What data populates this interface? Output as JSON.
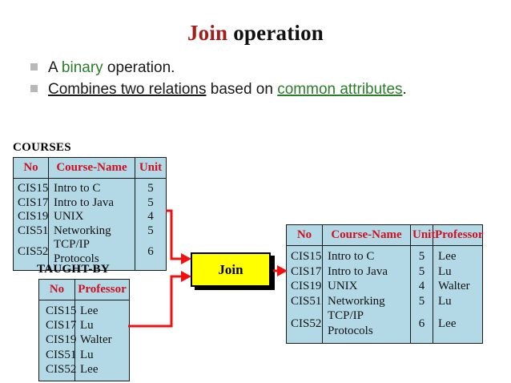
{
  "title": {
    "accent": "Join",
    "rest": " operation"
  },
  "bullets": {
    "one": {
      "pre": "A ",
      "highlight": "binary",
      "post": " operation."
    },
    "two": {
      "underlined": "Combines two relations",
      "mid": " based on ",
      "highlight": "common attributes",
      "end": "."
    }
  },
  "tables": {
    "courses": {
      "label": "COURSES",
      "headers": [
        "No",
        "Course-Name",
        "Unit"
      ],
      "rows": [
        [
          "CIS15",
          "Intro to C",
          "5"
        ],
        [
          "CIS17",
          "Intro to Java",
          "5"
        ],
        [
          "CIS19",
          "UNIX",
          "4"
        ],
        [
          "CIS51",
          "Networking",
          "5"
        ],
        [
          "CIS52",
          "TCP/IP Protocols",
          "6"
        ]
      ]
    },
    "taught_by": {
      "label": "TAUGHT-BY",
      "headers": [
        "No",
        "Professor"
      ],
      "rows": [
        [
          "CIS15",
          "Lee"
        ],
        [
          "CIS17",
          "Lu"
        ],
        [
          "CIS19",
          "Walter"
        ],
        [
          "CIS51",
          "Lu"
        ],
        [
          "CIS52",
          "Lee"
        ]
      ]
    },
    "result": {
      "headers": [
        "No",
        "Course-Name",
        "Unit",
        "Professor"
      ],
      "rows": [
        [
          "CIS15",
          "Intro to C",
          "5",
          "Lee"
        ],
        [
          "CIS17",
          "Intro to Java",
          "5",
          "Lu"
        ],
        [
          "CIS19",
          "UNIX",
          "4",
          "Walter"
        ],
        [
          "CIS51",
          "Networking",
          "5",
          "Lu"
        ],
        [
          "CIS52",
          "TCP/IP Protocols",
          "6",
          "Lee"
        ]
      ]
    }
  },
  "join_box": {
    "label": "Join"
  },
  "colors": {
    "title_accent": "#a31d1a",
    "table_header_text": "#cc1120",
    "table_background": "#b3d9e6",
    "highlight_green": "#2a7e2a",
    "arrow_red": "#f01011",
    "join_box_yellow": "#ffff00",
    "bullet_gray": "#b8b8b8"
  }
}
